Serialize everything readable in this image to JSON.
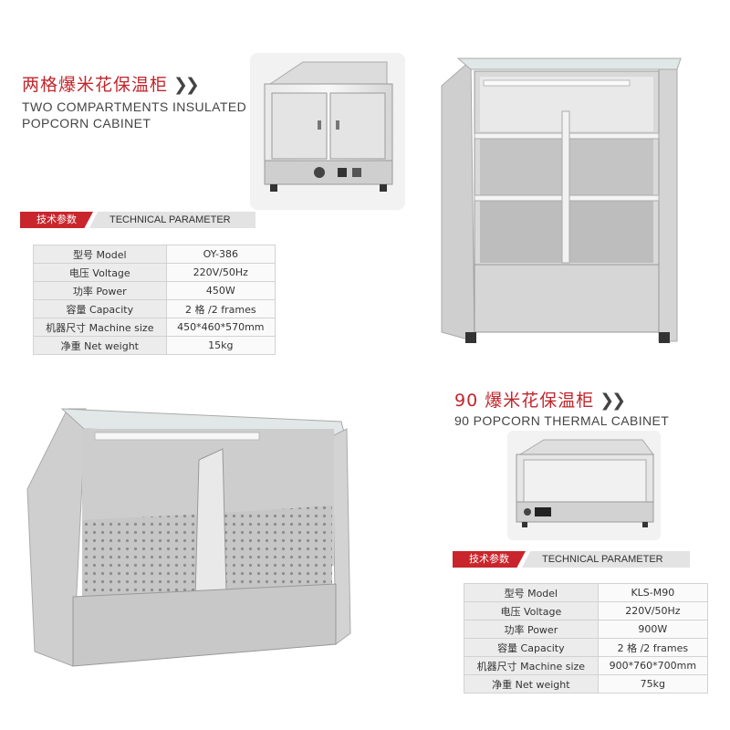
{
  "colors": {
    "accent_red": "#c8262c",
    "title_red": "#c0272d",
    "steel": "#c9c9c9"
  },
  "product1": {
    "cn_title": "两格爆米花保温柜",
    "chevrons": "❯❯",
    "en_title_line1": "TWO COMPARTMENTS INSULATED",
    "en_title_line2": "POPCORN CABINET",
    "tech_cn": "技术参数",
    "tech_en": "TECHNICAL PARAMETER",
    "rows": [
      {
        "label": "型号 Model",
        "value": "OY-386"
      },
      {
        "label": "电压 Voltage",
        "value": "220V/50Hz"
      },
      {
        "label": "功率 Power",
        "value": "450W"
      },
      {
        "label": "容量 Capacity",
        "value": "2 格 /2 frames"
      },
      {
        "label": "机器尺寸 Machine size",
        "value": "450*460*570mm"
      },
      {
        "label": "净重 Net weight",
        "value": "15kg"
      }
    ]
  },
  "product2": {
    "cn_title": "90 爆米花保温柜",
    "chevrons": "❯❯",
    "en_title": "90 POPCORN THERMAL CABINET",
    "tech_cn": "技术参数",
    "tech_en": "TECHNICAL PARAMETER",
    "rows": [
      {
        "label": "型号 Model",
        "value": "KLS-M90"
      },
      {
        "label": "电压 Voltage",
        "value": "220V/50Hz"
      },
      {
        "label": "功率 Power",
        "value": "900W"
      },
      {
        "label": "容量 Capacity",
        "value": "2 格 /2 frames"
      },
      {
        "label": "机器尺寸 Machine size",
        "value": "900*760*700mm"
      },
      {
        "label": "净重 Net weight",
        "value": "75kg"
      }
    ]
  }
}
